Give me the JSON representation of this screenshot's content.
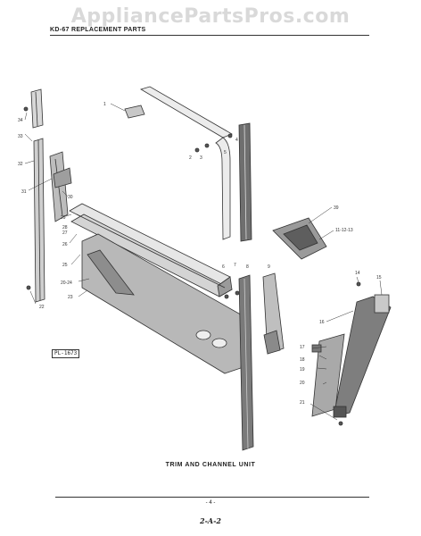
{
  "watermark": "AppliancePartsPros.com",
  "header": {
    "title": "KD-67 REPLACEMENT PARTS"
  },
  "caption": "TRIM AND CHANNEL UNIT",
  "plate_ref": "PL-1673",
  "footer": {
    "page_number": "- 4 -",
    "page_code": "2-A-2"
  },
  "callouts": {
    "c1": "1",
    "c2": "2",
    "c3": "3",
    "c4": "4",
    "c5": "5",
    "c6": "6",
    "c7": "7",
    "c8": "8",
    "c9": "9",
    "c11": "11-12-13",
    "c14": "14",
    "c15": "15",
    "c16": "16",
    "c17": "17",
    "c18": "18",
    "c19": "19",
    "c20": "20",
    "c21": "21",
    "c22": "22",
    "c23": "23",
    "c2024": "20-24",
    "c25": "25",
    "c26": "26",
    "c27": "27",
    "c28": "28",
    "c29": "29",
    "c30": "30",
    "c31": "31",
    "c32": "32",
    "c33": "33",
    "c34": "34",
    "c39": "39"
  }
}
